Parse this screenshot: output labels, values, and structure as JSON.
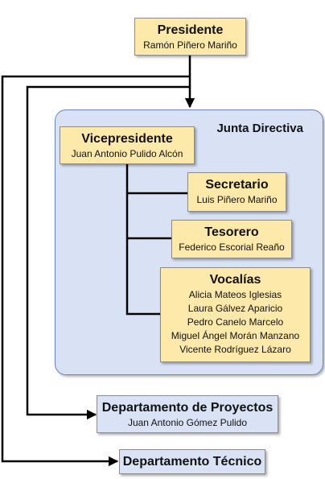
{
  "president": {
    "title": "Presidente",
    "name": "Ramón Piñero Mariño"
  },
  "board": {
    "title": "Junta Directiva",
    "vicepresident": {
      "title": "Vicepresidente",
      "name": "Juan Antonio Pulido Alcón"
    },
    "secretary": {
      "title": "Secretario",
      "name": "Luis Piñero Mariño"
    },
    "treasurer": {
      "title": "Tesorero",
      "name": "Federico Escorial Reaño"
    },
    "vocals": {
      "title": "Vocalías",
      "members": [
        "Alicia Mateos Iglesias",
        "Laura Gálvez Aparicio",
        "Pedro Canelo Marcelo",
        "Miguel Ángel Morán Manzano",
        "Vicente Rodríguez Lázaro"
      ]
    }
  },
  "projects_dept": {
    "title": "Departamento de Proyectos",
    "name": "Juan Antonio Gómez Pulido"
  },
  "technical_dept": {
    "title": "Departamento Técnico"
  }
}
